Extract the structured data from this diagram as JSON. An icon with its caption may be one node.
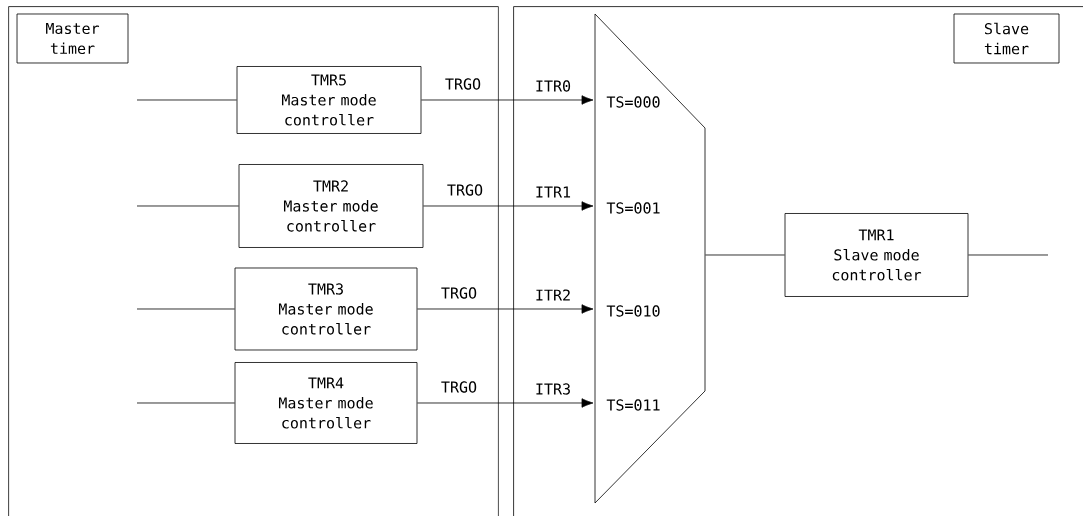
{
  "diagram": {
    "nodes": [
      {
        "text": [],
        "shape": "box"
      },
      {
        "text": [
          "Master timer"
        ],
        "in": 0
      },
      {
        "text": [
          "TMR5",
          "Master mode controller"
        ],
        "in": 0,
        "beside": [
          "TRGO"
        ]
      },
      {
        "text": [
          "TMR2",
          "Master mode controller"
        ],
        "in": 0,
        "beside": [
          "TRGO"
        ]
      },
      {
        "text": [
          "TMR3",
          "Master mode controller"
        ],
        "in": 0,
        "beside": [
          "TRGO"
        ]
      },
      {
        "text": [
          "TMR4",
          "Master mode controller"
        ],
        "in": 0,
        "beside": [
          "TRGO"
        ]
      },
      {
        "text": [],
        "shape": "box"
      },
      {
        "text": [
          "Slave timer"
        ],
        "in": 6
      },
      {
        "text": [
          "TS=000",
          "TS=001",
          "TS=010",
          "TS=011"
        ],
        "in": 6
      },
      {
        "text": [
          "TMR1",
          "Slave mode controller"
        ],
        "in": 6
      }
    ],
    "edges": [
      {
        "from": 2,
        "to": 8,
        "arrow": "to",
        "label": "ITR0"
      },
      {
        "from": 3,
        "to": 8,
        "arrow": "to",
        "label": "ITR1"
      },
      {
        "from": 4,
        "to": 8,
        "arrow": "to",
        "label": "ITR2"
      },
      {
        "from": 5,
        "to": 8,
        "arrow": "to",
        "label": "ITR3"
      },
      {
        "from": null,
        "to": 2,
        "arrow": "none"
      },
      {
        "from": null,
        "to": 3,
        "arrow": "none"
      },
      {
        "from": null,
        "to": 4,
        "arrow": "none"
      },
      {
        "from": null,
        "to": 5,
        "arrow": "none"
      },
      {
        "from": 8,
        "to": 9,
        "arrow": "none"
      },
      {
        "from": 9,
        "to": null,
        "arrow": "none"
      }
    ]
  }
}
